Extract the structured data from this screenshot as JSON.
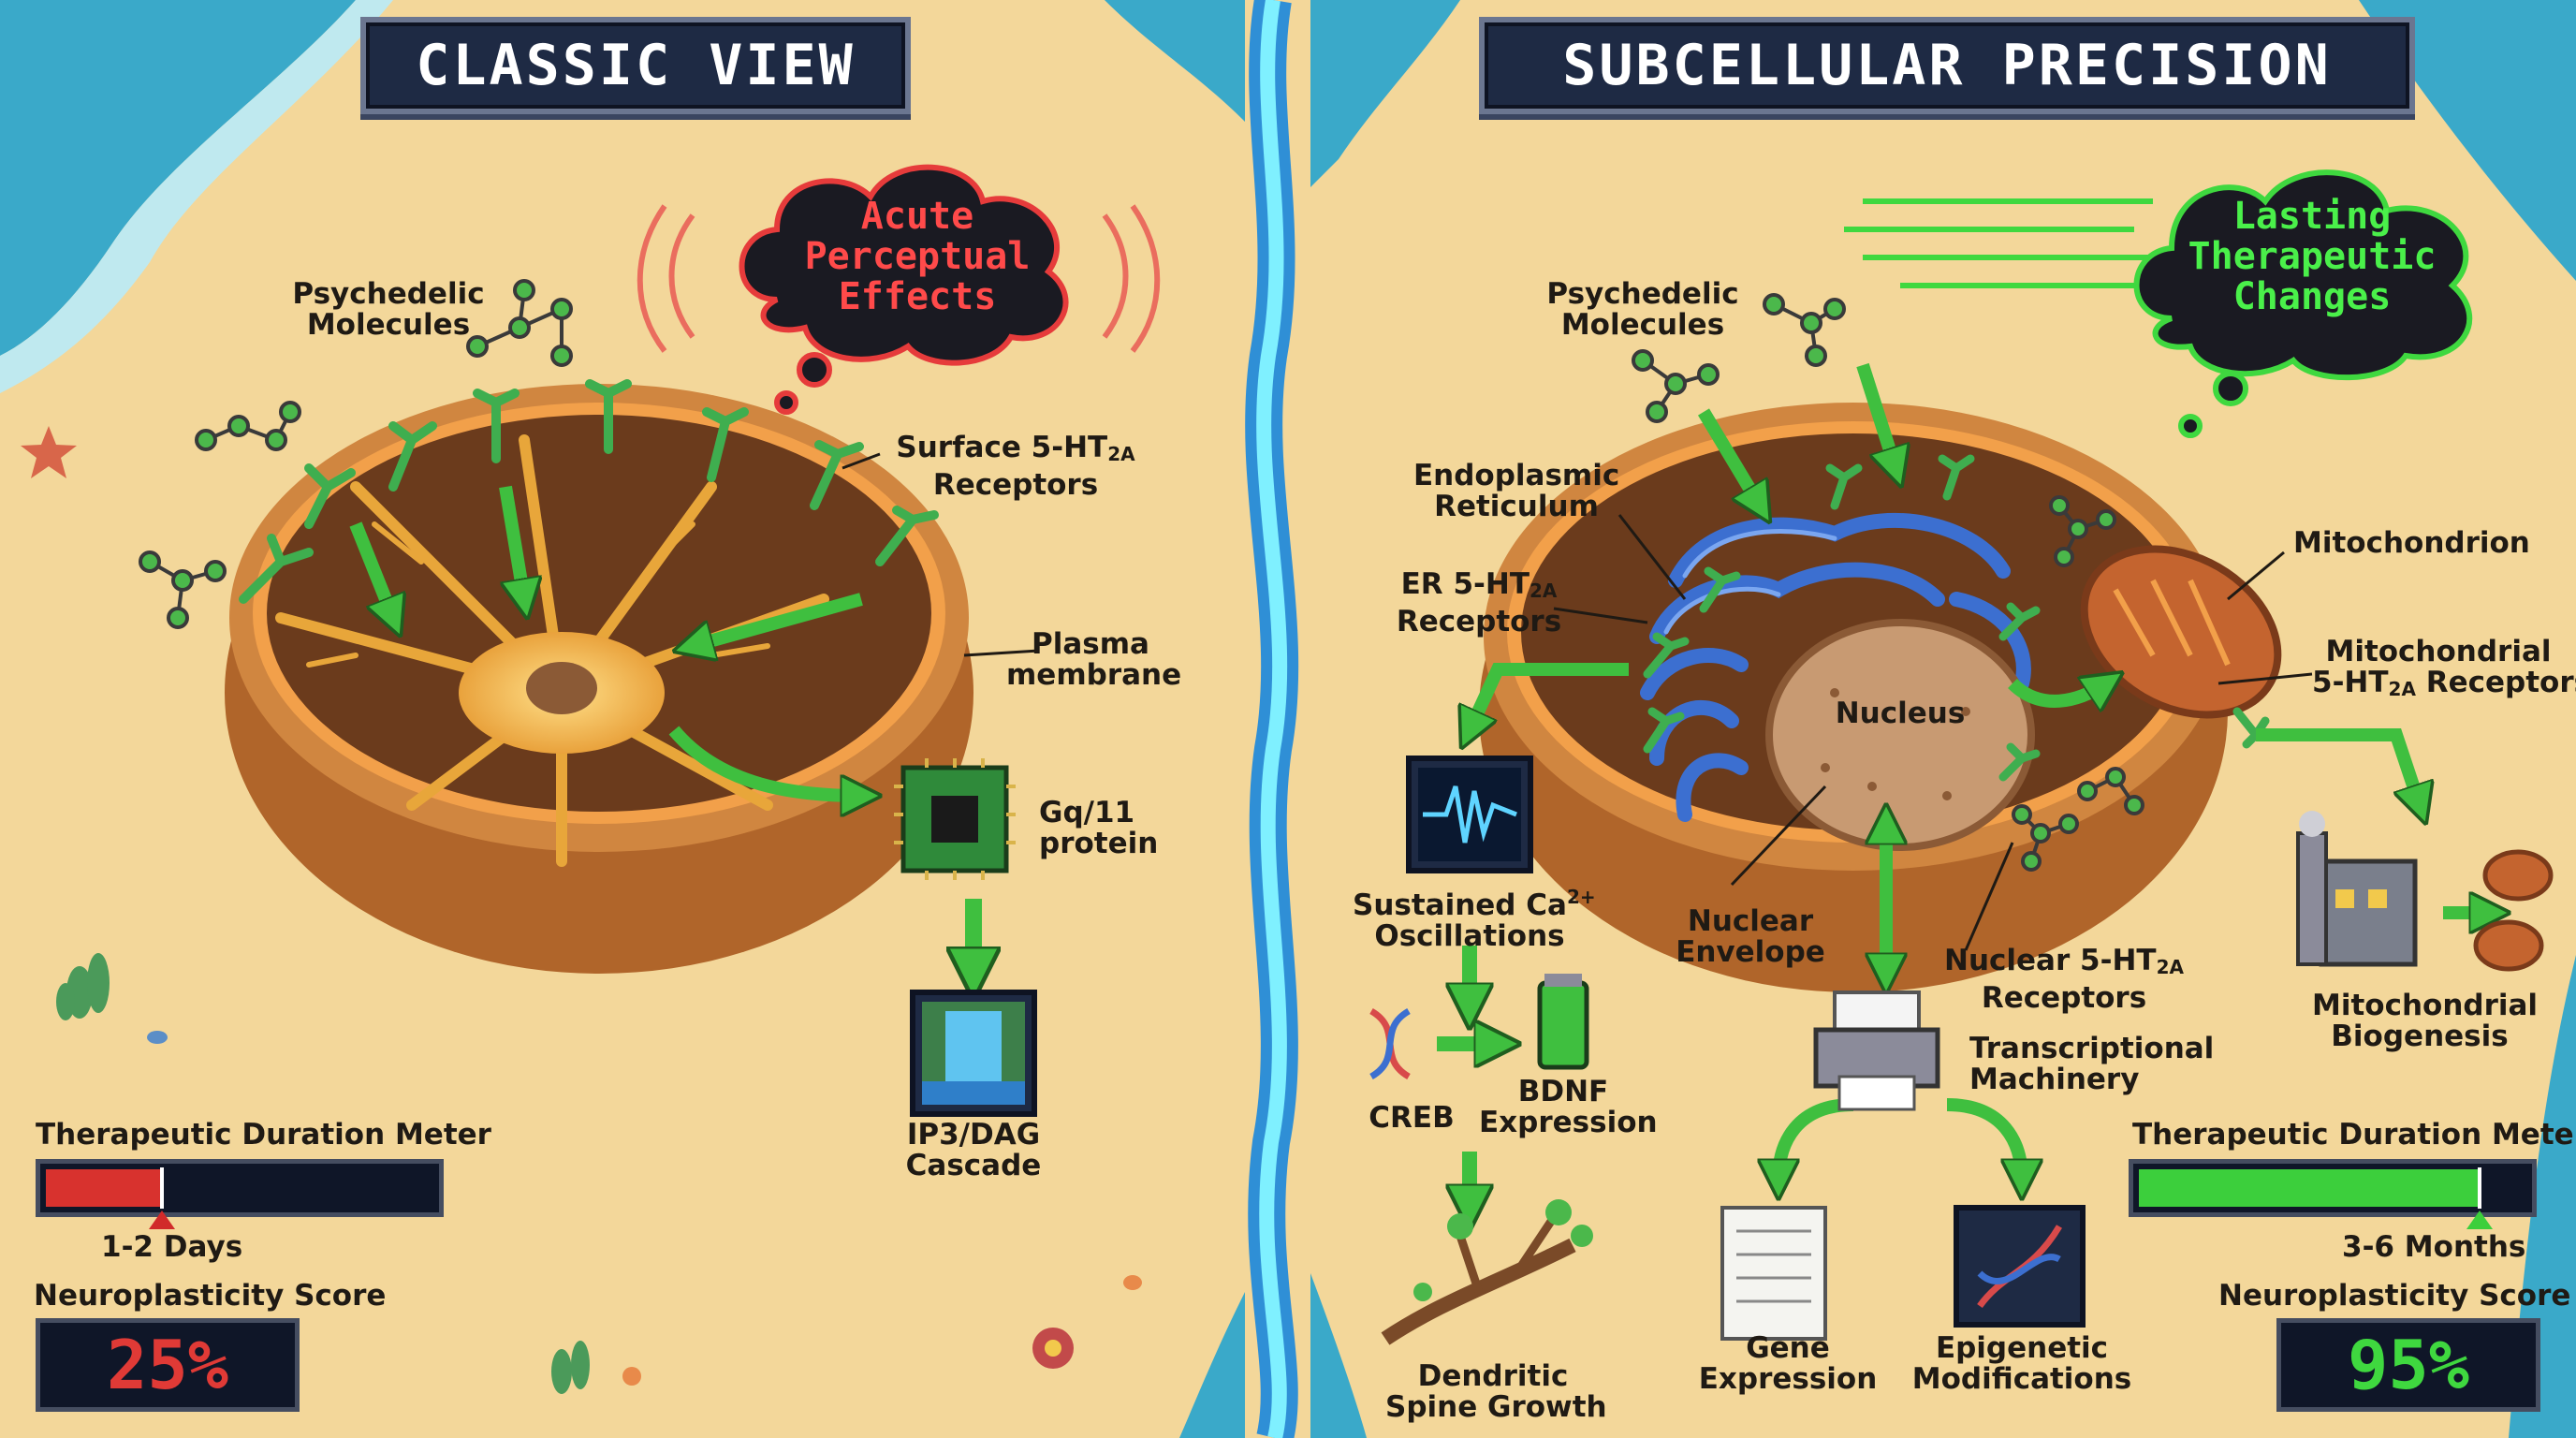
{
  "left_panel": {
    "title": "CLASSIC VIEW",
    "thought": [
      "Acute",
      "Perceptual",
      "Effects"
    ],
    "labels": {
      "psychedelic_molecules": [
        "Psychedelic",
        "Molecules"
      ],
      "surface_receptors_main": "Surface 5-HT",
      "surface_receptors_sub": "2A",
      "surface_receptors_line2": "Receptors",
      "plasma_membrane": [
        "Plasma",
        "membrane"
      ],
      "gq_protein": [
        "Gq/11",
        "protein"
      ],
      "cascade": [
        "IP3/DAG",
        "Cascade"
      ]
    },
    "duration_meter": {
      "label": "Therapeutic Duration Meter",
      "value_label": "1-2 Days",
      "fill_fraction": 0.3,
      "color": "#d8322e"
    },
    "neuroplasticity": {
      "label": "Neuroplasticity Score",
      "value": "25%",
      "color": "#e03a36"
    }
  },
  "right_panel": {
    "title": "SUBCELLULAR PRECISION",
    "thought": [
      "Lasting",
      "Therapeutic",
      "Changes"
    ],
    "labels": {
      "psychedelic_molecules": [
        "Psychedelic",
        "Molecules"
      ],
      "er": [
        "Endoplasmic",
        "Reticulum"
      ],
      "er_receptors_main": "ER 5-HT",
      "er_receptors_sub": "2A",
      "er_receptors_line2": "Receptors",
      "mitochondrion": "Mitochondrion",
      "mito_receptors_line1": "Mitochondrial",
      "mito_receptors_main": "5-HT",
      "mito_receptors_sub": "2A",
      "mito_receptors_tail": " Receptors",
      "nucleus": "Nucleus",
      "ca_main": "Sustained Ca",
      "ca_sup": "2+",
      "ca_line2": "Oscillations",
      "nuclear_envelope": [
        "Nuclear",
        "Envelope"
      ],
      "nuclear_receptors_main": "Nuclear 5-HT",
      "nuclear_receptors_sub": "2A",
      "nuclear_receptors_line2": "Receptors",
      "transcriptional": [
        "Transcriptional",
        "Machinery"
      ],
      "mito_biogenesis": [
        "Mitochondrial",
        "Biogenesis"
      ],
      "creb": "CREB",
      "bdnf": [
        "BDNF",
        "Expression"
      ],
      "dendritic": [
        "Dendritic",
        "Spine Growth"
      ],
      "gene_expression": [
        "Gene",
        "Expression"
      ],
      "epigenetic": [
        "Epigenetic",
        "Modifications"
      ]
    },
    "duration_meter": {
      "label": "Therapeutic Duration Meter",
      "value_label": "3-6 Months",
      "fill_fraction": 0.88,
      "color": "#3ccf3c"
    },
    "neuroplasticity": {
      "label": "Neuroplasticity Score",
      "value": "95%",
      "color": "#3fd83f"
    }
  },
  "colors": {
    "sand": "#f3d79a",
    "water": "#3aa9c9",
    "divider": "#6ee6ff",
    "arrow": "#3fbf3f",
    "cell_rim": "#c97a3a",
    "cell_inside": "#6b3b1c",
    "neuron": "#f2b548",
    "er": "#3c6fd0",
    "nucleus": "#c89a72",
    "mitochondrion": "#c4642f",
    "panel": "#1e2a44"
  }
}
